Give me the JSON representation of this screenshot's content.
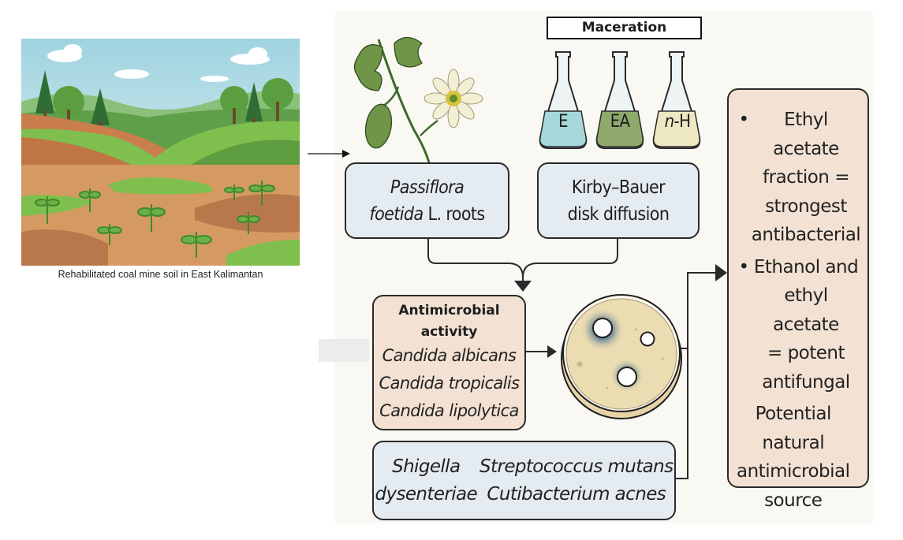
{
  "landscape": {
    "caption": "Rehabilitated coal mine soil in East Kalimantan",
    "colors": {
      "sky": "#cfe9ee",
      "grass": "#7fbf4d",
      "soil": "#d49a62",
      "dark_soil": "#b9784b",
      "tree": "#3d7a3a"
    }
  },
  "plant_box": {
    "line1_italic": "Passiflora",
    "line2_italic": "foetida",
    "line2_rest": " L. roots"
  },
  "maceration": {
    "title": "Maceration",
    "flasks": [
      {
        "label": "E",
        "color": "#a6d8da"
      },
      {
        "label": "EA",
        "color": "#8faa6c"
      },
      {
        "label_italic": "n",
        "label_rest": "-H",
        "color": "#ede8c2"
      }
    ]
  },
  "method_box": {
    "line1": "Kirby–Bauer",
    "line2": "disk diffusion"
  },
  "antimicrobial_box": {
    "title_line1": "Antimicrobial",
    "title_line2": "activity",
    "species": [
      "Candida albicans",
      "Candida tropicalis",
      "Candida lipolytica"
    ]
  },
  "bacteria_box": {
    "col1": [
      "Shigella",
      "dysenteriae"
    ],
    "col2": [
      "Streptococcus mutans",
      "Cutibacterium acnes"
    ]
  },
  "results_box": {
    "bullets": [
      [
        "Ethyl acetate",
        "fraction =",
        "strongest",
        "antibacterial"
      ],
      [
        "Ethanol and",
        "ethyl acetate",
        "= potent",
        "antifungal"
      ]
    ],
    "conclusion": [
      "Potential",
      "natural",
      "antimicrobial",
      "source"
    ]
  },
  "colors": {
    "panel_bg": "#faf8f3",
    "blue_box": "#e4ecf1",
    "peach_box": "#f3e2d3",
    "agar": "#ecdcb2",
    "inhibition_zone": "#4a6f8c"
  }
}
